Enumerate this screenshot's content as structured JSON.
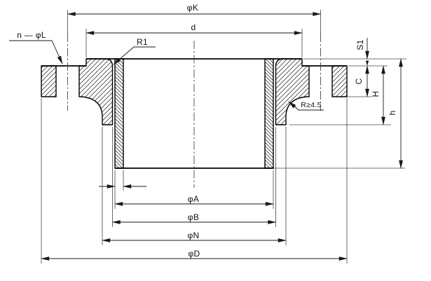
{
  "drawing_labels": {
    "n_phi_l": "n — φL",
    "phi_k": "φK",
    "d": "d",
    "r1": "R1",
    "r_min": "R≥4.5",
    "s1": "S1",
    "c": "C",
    "h_cap": "H",
    "h_low": "h",
    "phi_a": "φA",
    "phi_b": "φB",
    "phi_n": "φN",
    "phi_d": "φD"
  },
  "colors": {
    "line": "#1a1a1a",
    "thin_line": "#444444",
    "background": "#ffffff"
  }
}
